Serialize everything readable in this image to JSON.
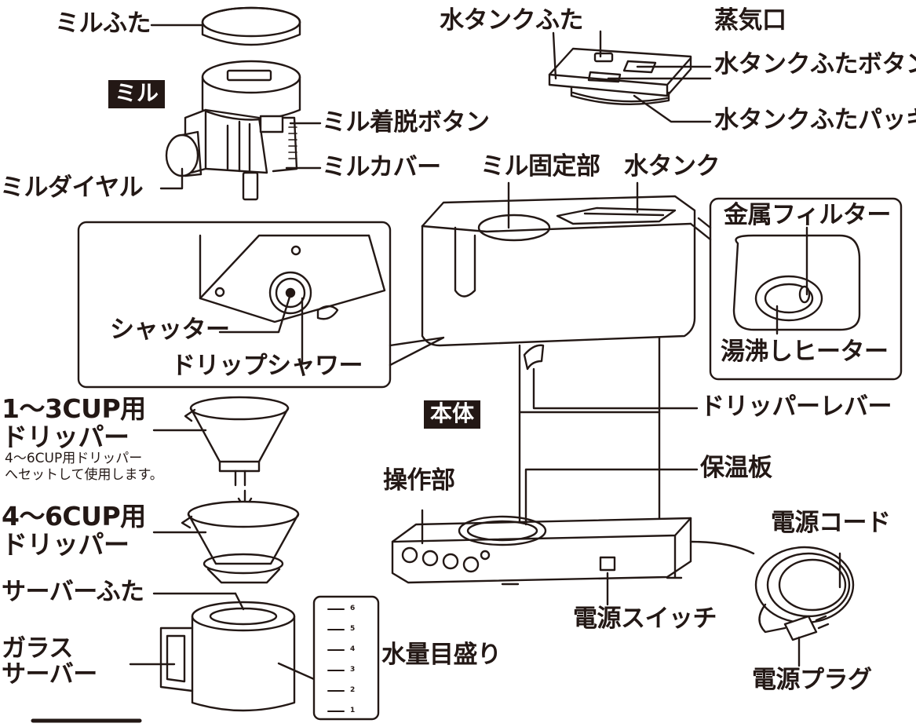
{
  "labels": {
    "mill_lid": "ミルふた",
    "mill_badge": "ミル",
    "mill_release_button": "ミル着脱ボタン",
    "mill_cover": "ミルカバー",
    "mill_dial": "ミルダイヤル",
    "water_tank_lid": "水タンクふた",
    "steam_vent": "蒸気口",
    "water_tank_lid_button": "水タンクふたボタン",
    "water_tank_lid_packing": "水タンクふたパッキン",
    "mill_fixing_part": "ミル固定部",
    "water_tank": "水タンク",
    "metal_filter": "金属フィルター",
    "boiling_heater": "湯沸しヒーター",
    "shutter": "シャッター",
    "drip_shower": "ドリップシャワー",
    "dripper_small_line1": "1～3CUP用",
    "dripper_small_line2": "ドリッパー",
    "dripper_note_line1": "4～6CUP用ドリッパー",
    "dripper_note_line2": "へセットして使用します。",
    "dripper_large_line1": "4～6CUP用",
    "dripper_large_line2": "ドリッパー",
    "body_badge": "本体",
    "dripper_lever": "ドリッパーレバー",
    "warming_plate": "保温板",
    "control_panel": "操作部",
    "power_cord": "電源コード",
    "power_switch": "電源スイッチ",
    "power_plug": "電源プラグ",
    "server_lid": "サーバーふた",
    "glass_server_line1": "ガラス",
    "glass_server_line2": "サーバー",
    "water_level_marks": "水量目盛り"
  },
  "scale_ticks": [
    "6",
    "5",
    "4",
    "3",
    "2",
    "1"
  ],
  "colors": {
    "ink": "#231815",
    "badge_bg": "#231815",
    "badge_text": "#ffffff"
  }
}
